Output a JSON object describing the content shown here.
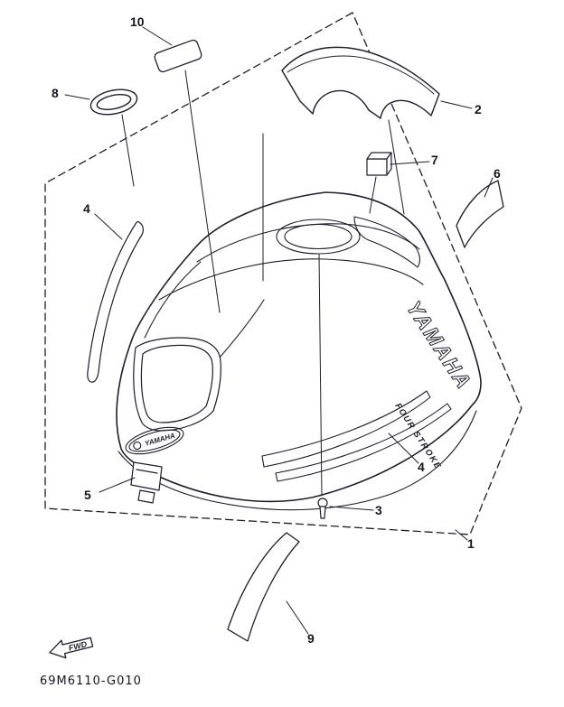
{
  "colors": {
    "ink": "#1d1d2b",
    "paper": "#ffffff"
  },
  "diagram": {
    "part_code": "69M6110-G010",
    "fwd_label": "FWD",
    "cowl": {
      "brand_logo_text": "YAMAHA",
      "side_brand_text": "YAMAHA",
      "side_model_text": "FOUR STROKE"
    },
    "callouts": [
      "10",
      "8",
      "2",
      "7",
      "6",
      "4",
      "4",
      "5",
      "3",
      "1",
      "9"
    ]
  }
}
